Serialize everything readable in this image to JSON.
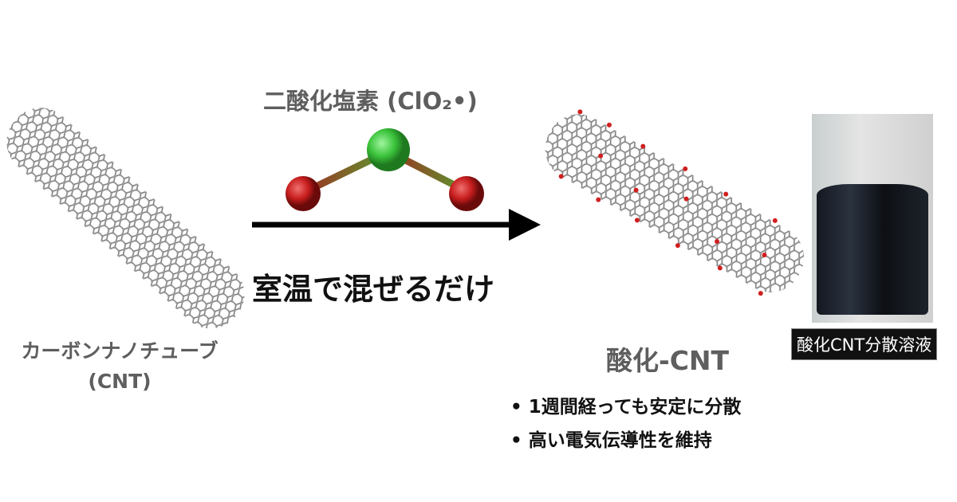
{
  "reagent": {
    "title": "二酸化塩素 (ClO₂•)"
  },
  "process": {
    "action": "室温で混ぜるだけ"
  },
  "start": {
    "name": "カーボンナノチューブ",
    "abbr": "(CNT)"
  },
  "product": {
    "name": "酸化-CNT",
    "bullets": [
      "1週間経っても安定に分散",
      "高い電気伝導性を維持"
    ]
  },
  "photo": {
    "caption": "酸化CNT分散溶液"
  },
  "colors": {
    "chlorine": "#3cc43c",
    "oxygen": "#c81e1e",
    "carbon": "#8a8a8a",
    "arrow": "#000000"
  }
}
